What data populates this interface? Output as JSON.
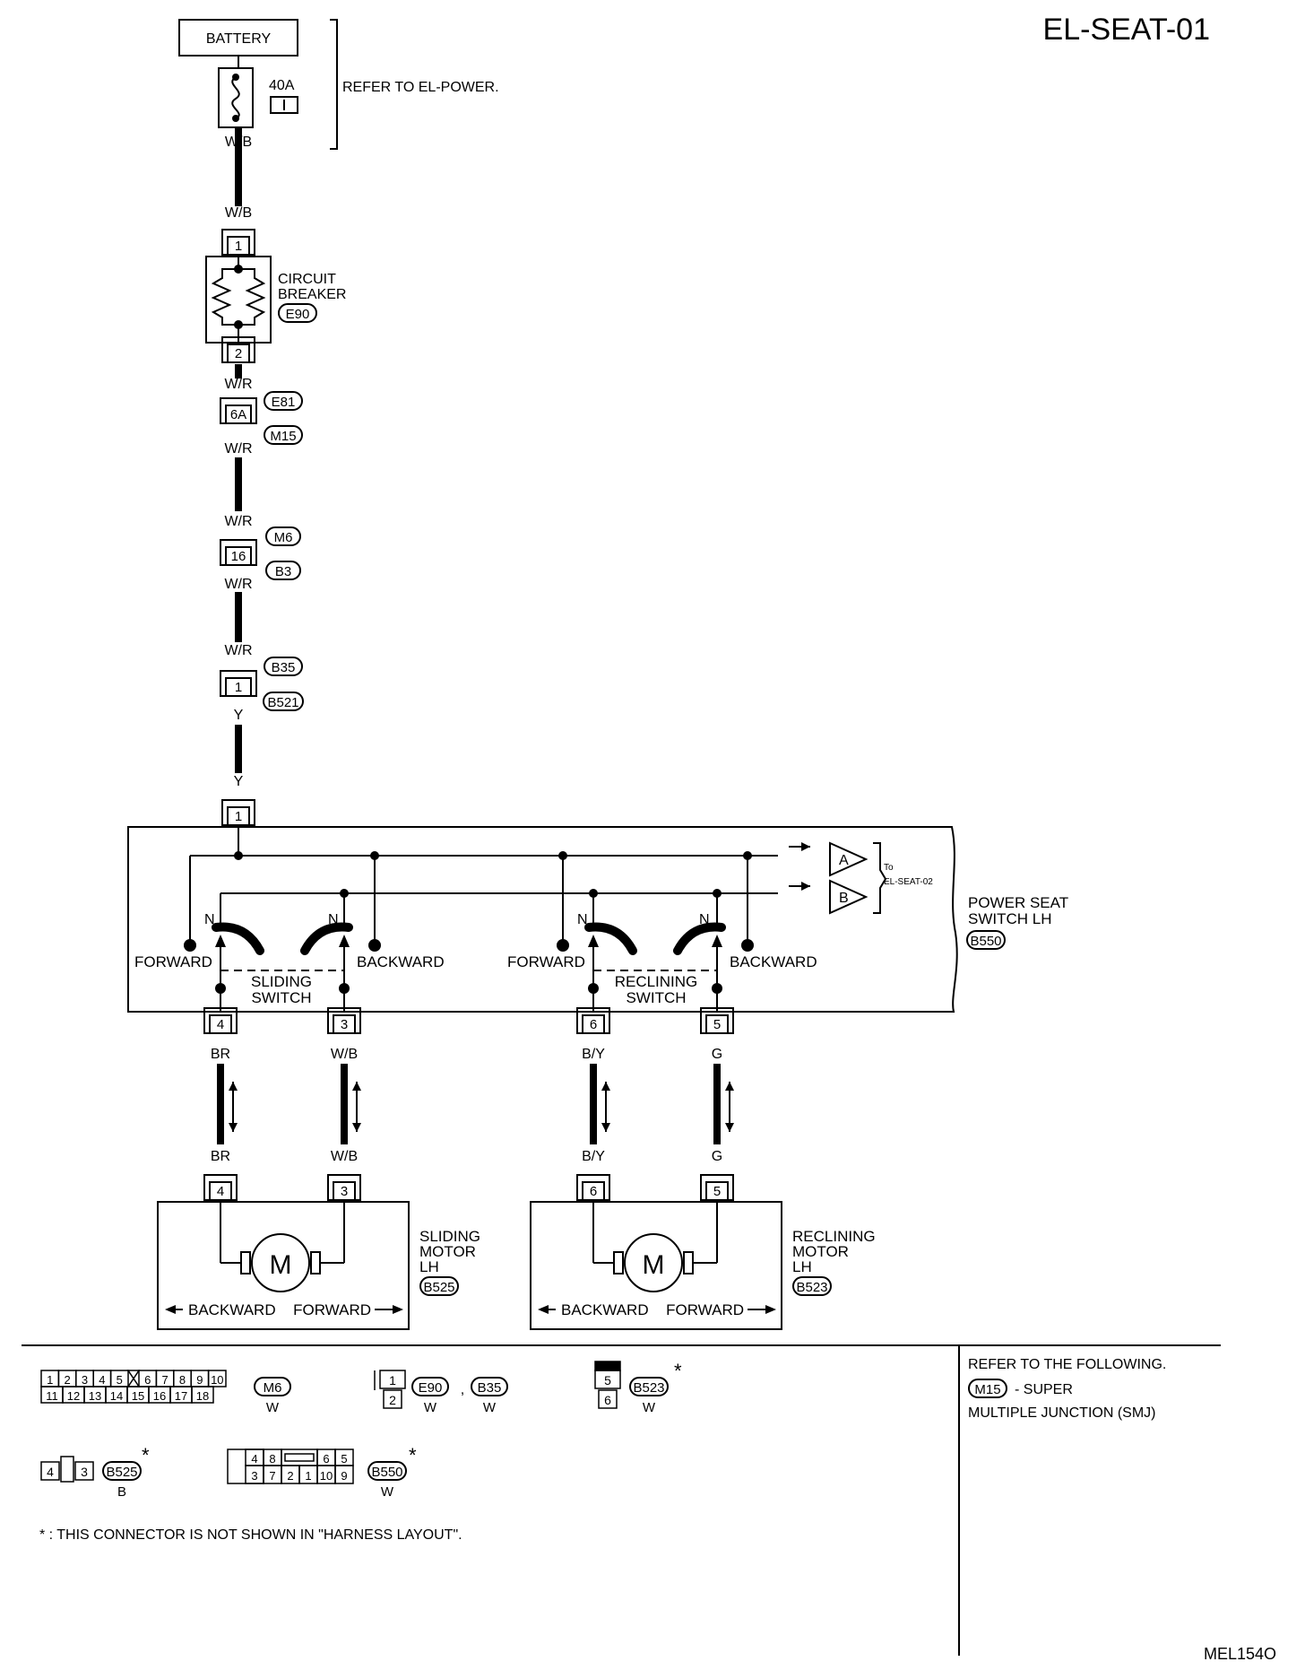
{
  "page_id": "EL-SEAT-01",
  "figure_code": "MEL154O",
  "battery": "BATTERY",
  "fuse": {
    "rating": "40A",
    "ref": "REFER TO EL-POWER."
  },
  "circuit_breaker": {
    "name": [
      "CIRCUIT",
      "BREAKER"
    ],
    "connector": "E90",
    "pin_in": "1",
    "pin_out": "2"
  },
  "wires": {
    "wb": "W/B",
    "wr": "W/R",
    "y": "Y",
    "br": "BR",
    "by": "B/Y",
    "g": "G"
  },
  "joints": [
    {
      "pin": "6A",
      "connectors": [
        "E81",
        "M15"
      ]
    },
    {
      "pin": "16",
      "connectors": [
        "M6",
        "B3"
      ]
    },
    {
      "pin": "1",
      "connectors": [
        "B35",
        "B521"
      ]
    }
  ],
  "switch_unit": {
    "name": [
      "POWER SEAT",
      "SWITCH LH"
    ],
    "connector": "B550",
    "input_pin": "1",
    "to_ref": [
      "To",
      "EL-SEAT-02"
    ],
    "outputs": [
      "A",
      "B"
    ],
    "pole_label": "N",
    "forward": "FORWARD",
    "backward": "BACKWARD",
    "sliding": [
      "SLIDING",
      "SWITCH"
    ],
    "reclining": [
      "RECLINING",
      "SWITCH"
    ],
    "pins": [
      "4",
      "3",
      "6",
      "5"
    ]
  },
  "motors": [
    {
      "name": [
        "SLIDING",
        "MOTOR",
        "LH"
      ],
      "connector": "B525",
      "symbol": "M",
      "pins": [
        "4",
        "3"
      ],
      "backward": "BACKWARD",
      "forward": "FORWARD"
    },
    {
      "name": [
        "RECLINING",
        "MOTOR",
        "LH"
      ],
      "connector": "B523",
      "symbol": "M",
      "pins": [
        "6",
        "5"
      ],
      "backward": "BACKWARD",
      "forward": "FORWARD"
    }
  ],
  "legend": {
    "m6": {
      "top": [
        "1",
        "2",
        "3",
        "4",
        "5",
        "6",
        "7",
        "8",
        "9",
        "10"
      ],
      "bottom": [
        "11",
        "12",
        "13",
        "14",
        "15",
        "16",
        "17",
        "18"
      ],
      "id": "M6",
      "color": "W"
    },
    "e90b35": {
      "pins": [
        "1",
        "2"
      ],
      "ids": [
        "E90",
        "B35"
      ],
      "colors": [
        "W",
        "W"
      ],
      "sep": ","
    },
    "b523": {
      "pins": [
        "5",
        "6"
      ],
      "id": "B523",
      "color": "W",
      "star": "*"
    },
    "b525": {
      "pins": [
        "4",
        "3"
      ],
      "id": "B525",
      "color": "B",
      "star": "*"
    },
    "b550": {
      "top": [
        "4",
        "8",
        "6",
        "5"
      ],
      "bottom": [
        "3",
        "7",
        "2",
        "1",
        "10",
        "9"
      ],
      "id": "B550",
      "color": "W",
      "star": "*"
    },
    "note": "* : THIS CONNECTOR IS NOT SHOWN IN \"HARNESS LAYOUT\"."
  },
  "refer": {
    "line1": "REFER TO THE FOLLOWING.",
    "id": "M15",
    "line2": "- SUPER",
    "line3": "MULTIPLE JUNCTION (SMJ)"
  }
}
